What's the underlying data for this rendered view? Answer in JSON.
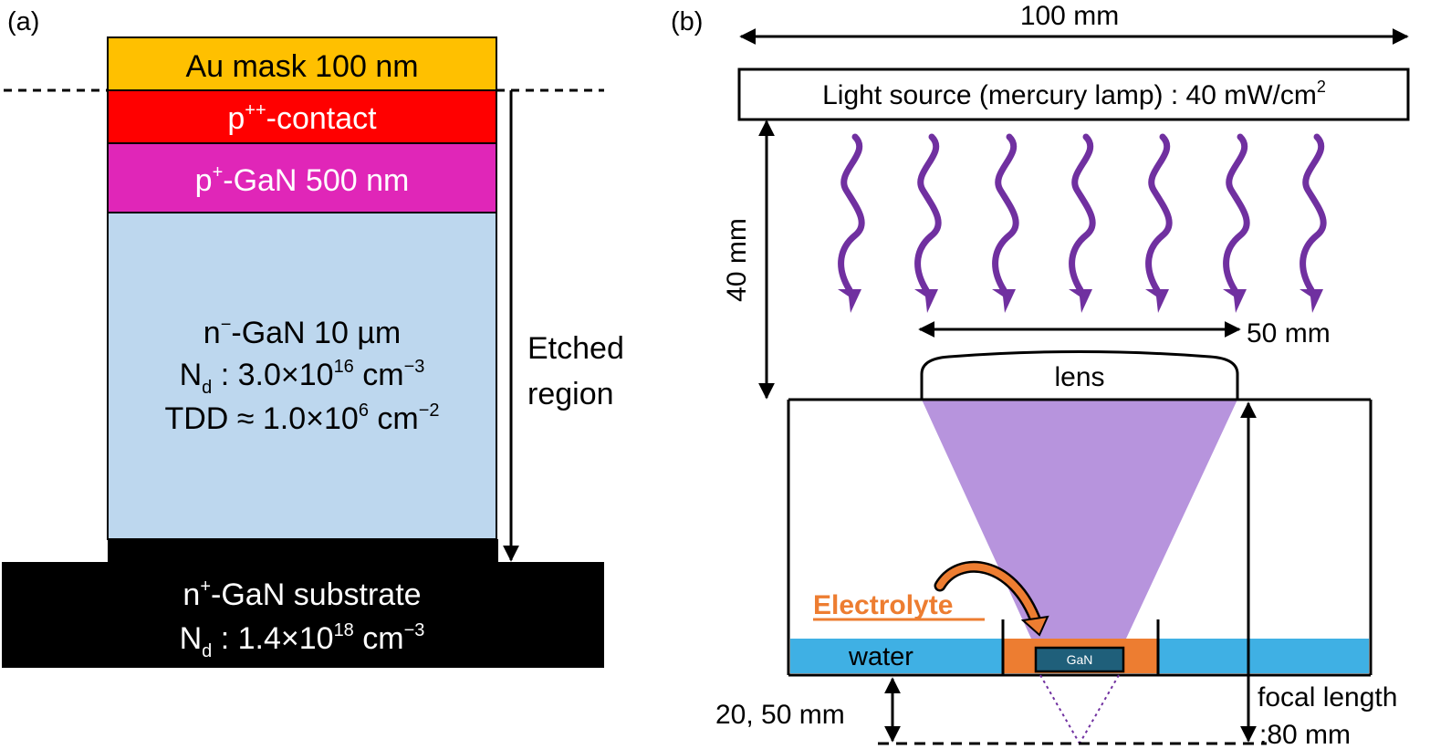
{
  "panel_a": {
    "label": "(a)",
    "layers": {
      "au_mask": "Au mask 100 nm",
      "contact": {
        "base": "p",
        "sup": "++",
        "rest": "-contact"
      },
      "p_gan": {
        "base": "p",
        "sup": "+",
        "rest": "-GaN 500 nm"
      },
      "n_gan": {
        "line1": {
          "base": "n",
          "sup": "−",
          "rest": "-GaN 10 µm"
        },
        "line2": {
          "base": "N",
          "sub": "d",
          "rest": " : 3.0×10",
          "sup": "16",
          "unit": " cm",
          "unit_sup": "−3"
        },
        "line3": {
          "base": "TDD ≈ 1.0×10",
          "sup": "6",
          "unit": " cm",
          "unit_sup": "−2"
        }
      },
      "substrate": {
        "line1": {
          "base": "n",
          "sup": "+",
          "rest": "-GaN substrate"
        },
        "line2": {
          "base": "N",
          "sub": "d",
          "rest": " : 1.4×10",
          "sup": "18",
          "unit": " cm",
          "unit_sup": "−3"
        }
      }
    },
    "etched_label_1": "Etched",
    "etched_label_2": "region",
    "colors": {
      "au_mask": "#FFC000",
      "contact": "#FF0000",
      "p_gan": "#E026B8",
      "n_gan": "#BDD7EE",
      "substrate": "#000000"
    }
  },
  "panel_b": {
    "label": "(b)",
    "width_label": "100 mm",
    "light_source": {
      "text": "Light source (mercury lamp) : 40 mW/cm",
      "sup": "2"
    },
    "distance_label": "40 mm",
    "beam_width_label": "50 mm",
    "lens_label": "lens",
    "electrolyte_label": "Electrolyte",
    "water_label": "water",
    "gan_label": "GaN",
    "depth_label": "20, 50 mm",
    "focal_label_1": "focal length",
    "focal_label_2": ":80 mm",
    "colors": {
      "uv_arrow": "#7030A0",
      "light_cone": "#B794DD",
      "water": "#3FB0E4",
      "electrolyte": "#ED7D31",
      "gan_chip": "#1F5F7A"
    }
  }
}
